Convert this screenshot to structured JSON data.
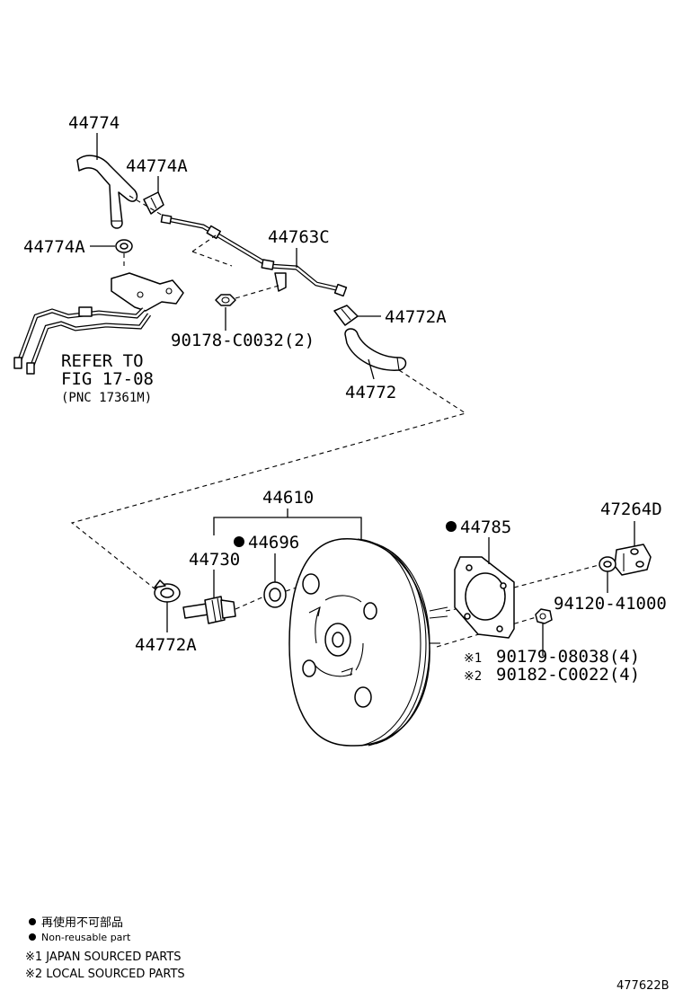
{
  "labels": {
    "p44774": "44774",
    "p44774A_top": "44774A",
    "p44774A_left": "44774A",
    "p44763C": "44763C",
    "p44772A_top": "44772A",
    "p90178": "90178-C0032(2)",
    "p44772": "44772",
    "refer1": "REFER TO",
    "refer2": "FIG 17-08",
    "refer3": "(PNC 17361M)",
    "p44610": "44610",
    "p44696": "44696",
    "p44730": "44730",
    "p44785": "44785",
    "p47264D": "47264D",
    "p94120": "94120-41000",
    "p44772A_bottom": "44772A",
    "p90179_mark": "※1",
    "p90179": "90179-08038(4)",
    "p90182_mark": "※2",
    "p90182": "90182-C0022(4)"
  },
  "legend": {
    "nonreuse_jp": "再使用不可部品",
    "nonreuse_en": "Non-reusable part",
    "japan": "※1 JAPAN SOURCED PARTS",
    "local": "※2 LOCAL SOURCED PARTS"
  },
  "figure_code": "477622B"
}
